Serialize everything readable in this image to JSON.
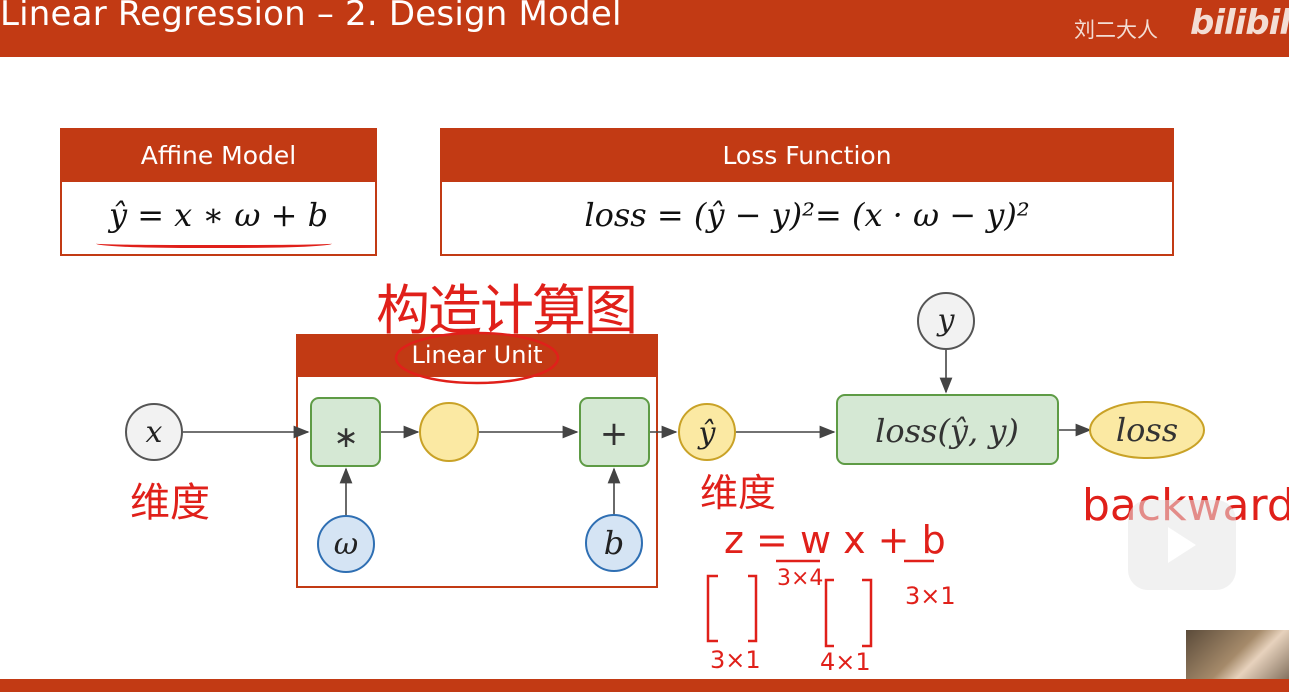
{
  "header": {
    "title": "Linear Regression – 2. Design Model",
    "author": "刘二大人",
    "brand": "bilibili"
  },
  "affine_model": {
    "title": "Affine Model",
    "formula": "ŷ = x ∗ ω + b"
  },
  "loss_function": {
    "title": "Loss Function",
    "formula": "loss = (ŷ − y)²= (x · ω − y)²"
  },
  "linear_unit": {
    "title": "Linear Unit"
  },
  "graph": {
    "input_x": "x",
    "mul_op": "∗",
    "add_op": "+",
    "weight": "ω",
    "bias": "b",
    "y_hat": "ŷ",
    "target_y": "y",
    "loss_node": "loss(ŷ, y)",
    "output": "loss"
  },
  "annotations": {
    "cn_top": "构造计算图",
    "cn_left": "维度",
    "cn_right": "维度",
    "backward": "backward",
    "equation": "z = w x + b",
    "dim_w": "3×4",
    "dim_b": "3×1",
    "dim_z": "3×1",
    "dim_x": "4×1"
  },
  "colors": {
    "accent": "#c23a14",
    "green_fill": "#d5e8d4",
    "green_stroke": "#5e9b45",
    "yellow_fill": "#fbe9a3",
    "yellow_stroke": "#c9a227",
    "blue_fill": "#d5e4f4",
    "blue_stroke": "#2f6fb3",
    "gray_fill": "#f2f2f2",
    "gray_stroke": "#555555",
    "ink_red": "#e0201a"
  }
}
